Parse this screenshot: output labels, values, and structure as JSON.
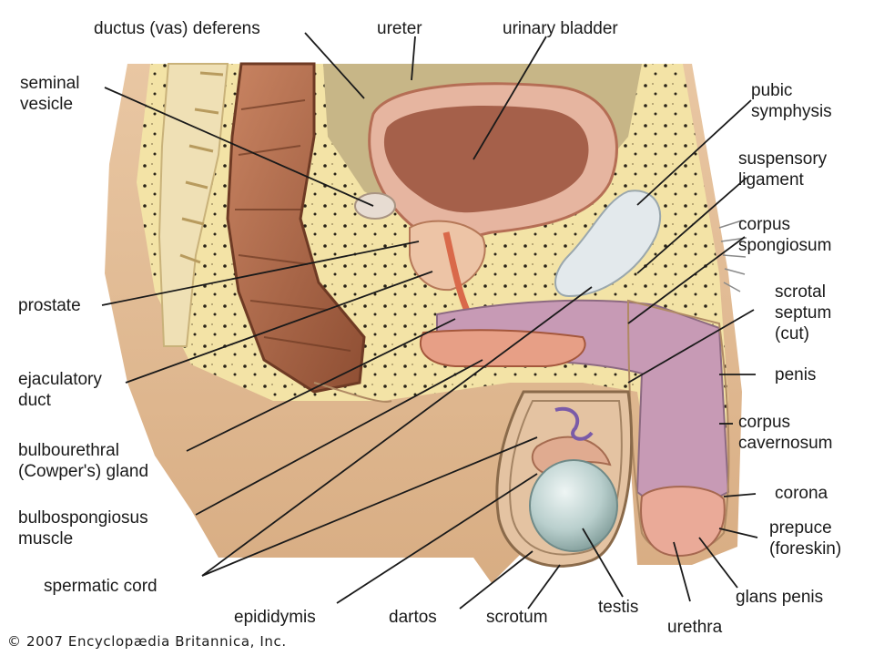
{
  "labels": {
    "ductus_vas_deferens": "ductus (vas) deferens",
    "ureter": "ureter",
    "urinary_bladder": "urinary bladder",
    "seminal_vesicle": [
      "seminal",
      "vesicle"
    ],
    "pubic_symphysis": [
      "pubic",
      "symphysis"
    ],
    "suspensory_ligament": [
      "suspensory",
      "ligament"
    ],
    "corpus_spongiosum": [
      "corpus",
      "spongiosum"
    ],
    "prostate": "prostate",
    "scrotal_septum": [
      "scrotal",
      "septum",
      "(cut)"
    ],
    "ejaculatory_duct": [
      "ejaculatory",
      "duct"
    ],
    "penis": "penis",
    "corpus_cavernosum": [
      "corpus",
      "cavernosum"
    ],
    "bulbourethral_gland": [
      "bulbourethral",
      "(Cowper's) gland"
    ],
    "bulbospongiosus_muscle": [
      "bulbospongiosus",
      "muscle"
    ],
    "corona": "corona",
    "prepuce": [
      "prepuce",
      "(foreskin)"
    ],
    "spermatic_cord": "spermatic cord",
    "glans_penis": "glans penis",
    "epididymis": "epididymis",
    "dartos": "dartos",
    "scrotum": "scrotum",
    "testis": "testis",
    "urethra": "urethra"
  },
  "credit": "© 2007 Encyclopædia Britannica, Inc."
}
